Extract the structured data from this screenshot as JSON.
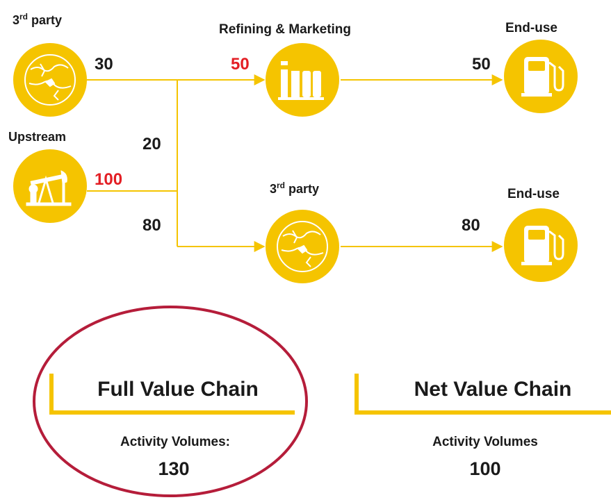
{
  "colors": {
    "node_fill": "#f5c400",
    "connector": "#f5c400",
    "highlight_text": "#e31e24",
    "circle_outline": "#b51d3a",
    "text": "#1a1a1a"
  },
  "nodes": {
    "third_party_top": {
      "label_main": "3",
      "label_sup": "rd",
      "label_rest": " party",
      "icon": "globe-europe-icon"
    },
    "upstream": {
      "label": "Upstream",
      "icon": "oil-pump-icon"
    },
    "refining": {
      "label": "Refining & Marketing",
      "icon": "refinery-icon"
    },
    "third_party_bottom": {
      "label_main": "3",
      "label_sup": "rd",
      "label_rest": " party",
      "icon": "globe-europe-icon"
    },
    "end_use_top": {
      "label": "End-use",
      "icon": "fuel-pump-icon"
    },
    "end_use_bottom": {
      "label": "End-use",
      "icon": "fuel-pump-icon"
    }
  },
  "flows": {
    "third_party_to_junction": "30",
    "junction_up": "20",
    "upstream_out": "100",
    "junction_down": "80",
    "into_refining": "50",
    "refining_to_end_use": "50",
    "third_party_to_end_use": "80"
  },
  "summary": {
    "full": {
      "title": "Full Value Chain",
      "metric_label": "Activity Volumes:",
      "value": "130"
    },
    "net": {
      "title": "Net Value Chain",
      "metric_label": "Activity Volumes",
      "value": "100"
    }
  }
}
